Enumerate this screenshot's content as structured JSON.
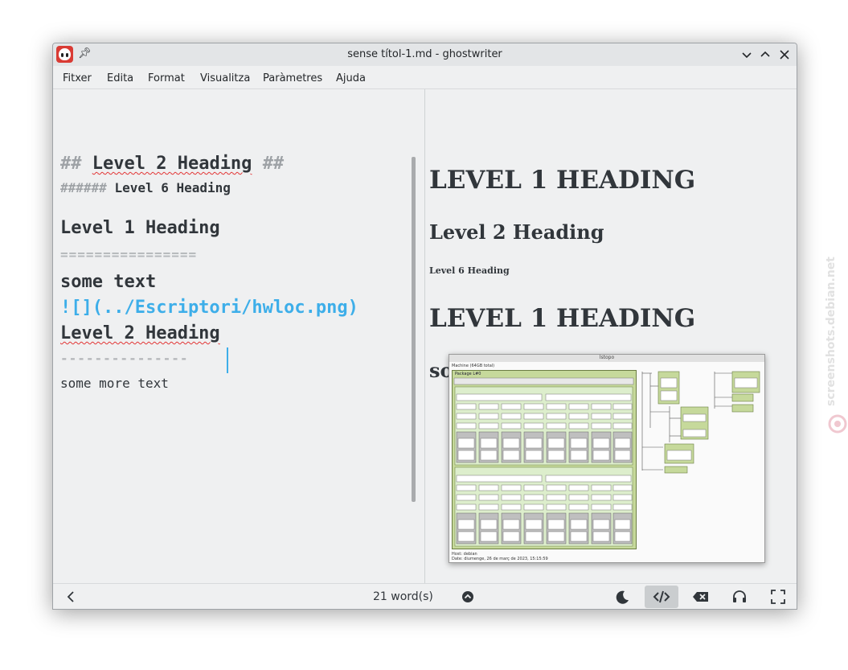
{
  "window": {
    "title": "sense títol-1.md - ghostwriter"
  },
  "menu": [
    "Fitxer",
    "Edita",
    "Format",
    "Visualitza",
    "Paràmetres",
    "Ajuda"
  ],
  "editor": {
    "line1_prefix": "##",
    "line1_text": "Level 2 Heading",
    "line1_suffix": "##",
    "line2_prefix": "######",
    "line2_text": "Level 6 Heading",
    "line3_text": "Level 1 Heading",
    "line4_rule": "================",
    "line5_text": "some text",
    "line6_link": "![](../Escriptori/hwloc.png)",
    "line7_text": "Level 2 Heading",
    "line8_rule": "---------------",
    "line9_text": "some more text"
  },
  "preview": {
    "h1a": "LEVEL 1 HEADING",
    "h2": "Level 2 Heading",
    "h6": "Level 6 Heading",
    "h1b": "LEVEL 1 HEADING",
    "p": "some text",
    "image": {
      "title": "lstopo",
      "subtitle": "Machine (64GB total)",
      "package": "Package L#0",
      "footer_host": "Host: debian",
      "footer_date": "Date: diumenge, 26 de març de 2023, 15:15:59"
    }
  },
  "statusbar": {
    "words": "21 word(s)"
  },
  "watermark": {
    "text": "screenshots.debian.net"
  }
}
